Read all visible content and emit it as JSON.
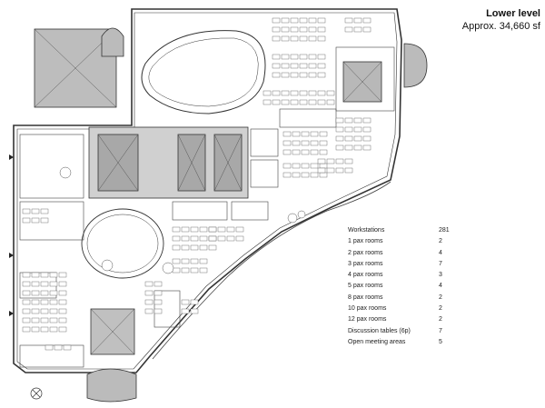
{
  "title": {
    "level": "Lower level",
    "area": "Approx. 34,660 sf"
  },
  "room_schedule": [
    {
      "label": "Workstations",
      "count": "281"
    },
    {
      "label": "1 pax rooms",
      "count": "2"
    },
    {
      "label": "2 pax rooms",
      "count": "4"
    },
    {
      "label": "3 pax rooms",
      "count": "7"
    },
    {
      "label": "4 pax rooms",
      "count": "3"
    },
    {
      "label": "5 pax rooms",
      "count": "4"
    },
    {
      "label": "8 pax rooms",
      "count": "2"
    },
    {
      "label": "10 pax rooms",
      "count": "2"
    },
    {
      "label": "12 pax rooms",
      "count": "2"
    },
    {
      "label": "Discussion tables (6p)",
      "count": "7"
    },
    {
      "label": "Open meeting areas",
      "count": "5"
    }
  ],
  "colors": {
    "wall": "#333333",
    "core_fill": "#b0b0b0",
    "furniture": "#555555"
  }
}
